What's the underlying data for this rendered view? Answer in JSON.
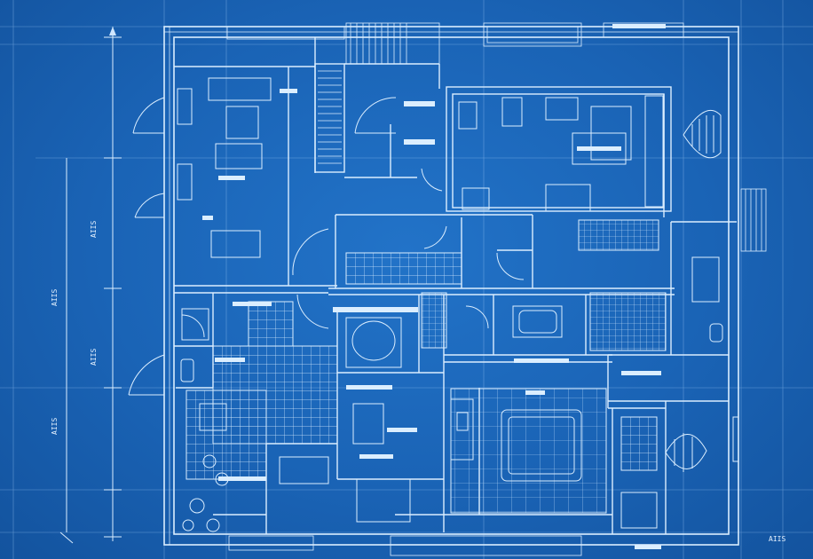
{
  "dimension_labels": {
    "left_1": "AIIS",
    "left_2": "AIIS",
    "left_3": "AIIS",
    "left_4": "AIIS",
    "bottom_right": "AIIS"
  },
  "colors": {
    "background": "#1a63b5",
    "line": "#dbeeff"
  }
}
